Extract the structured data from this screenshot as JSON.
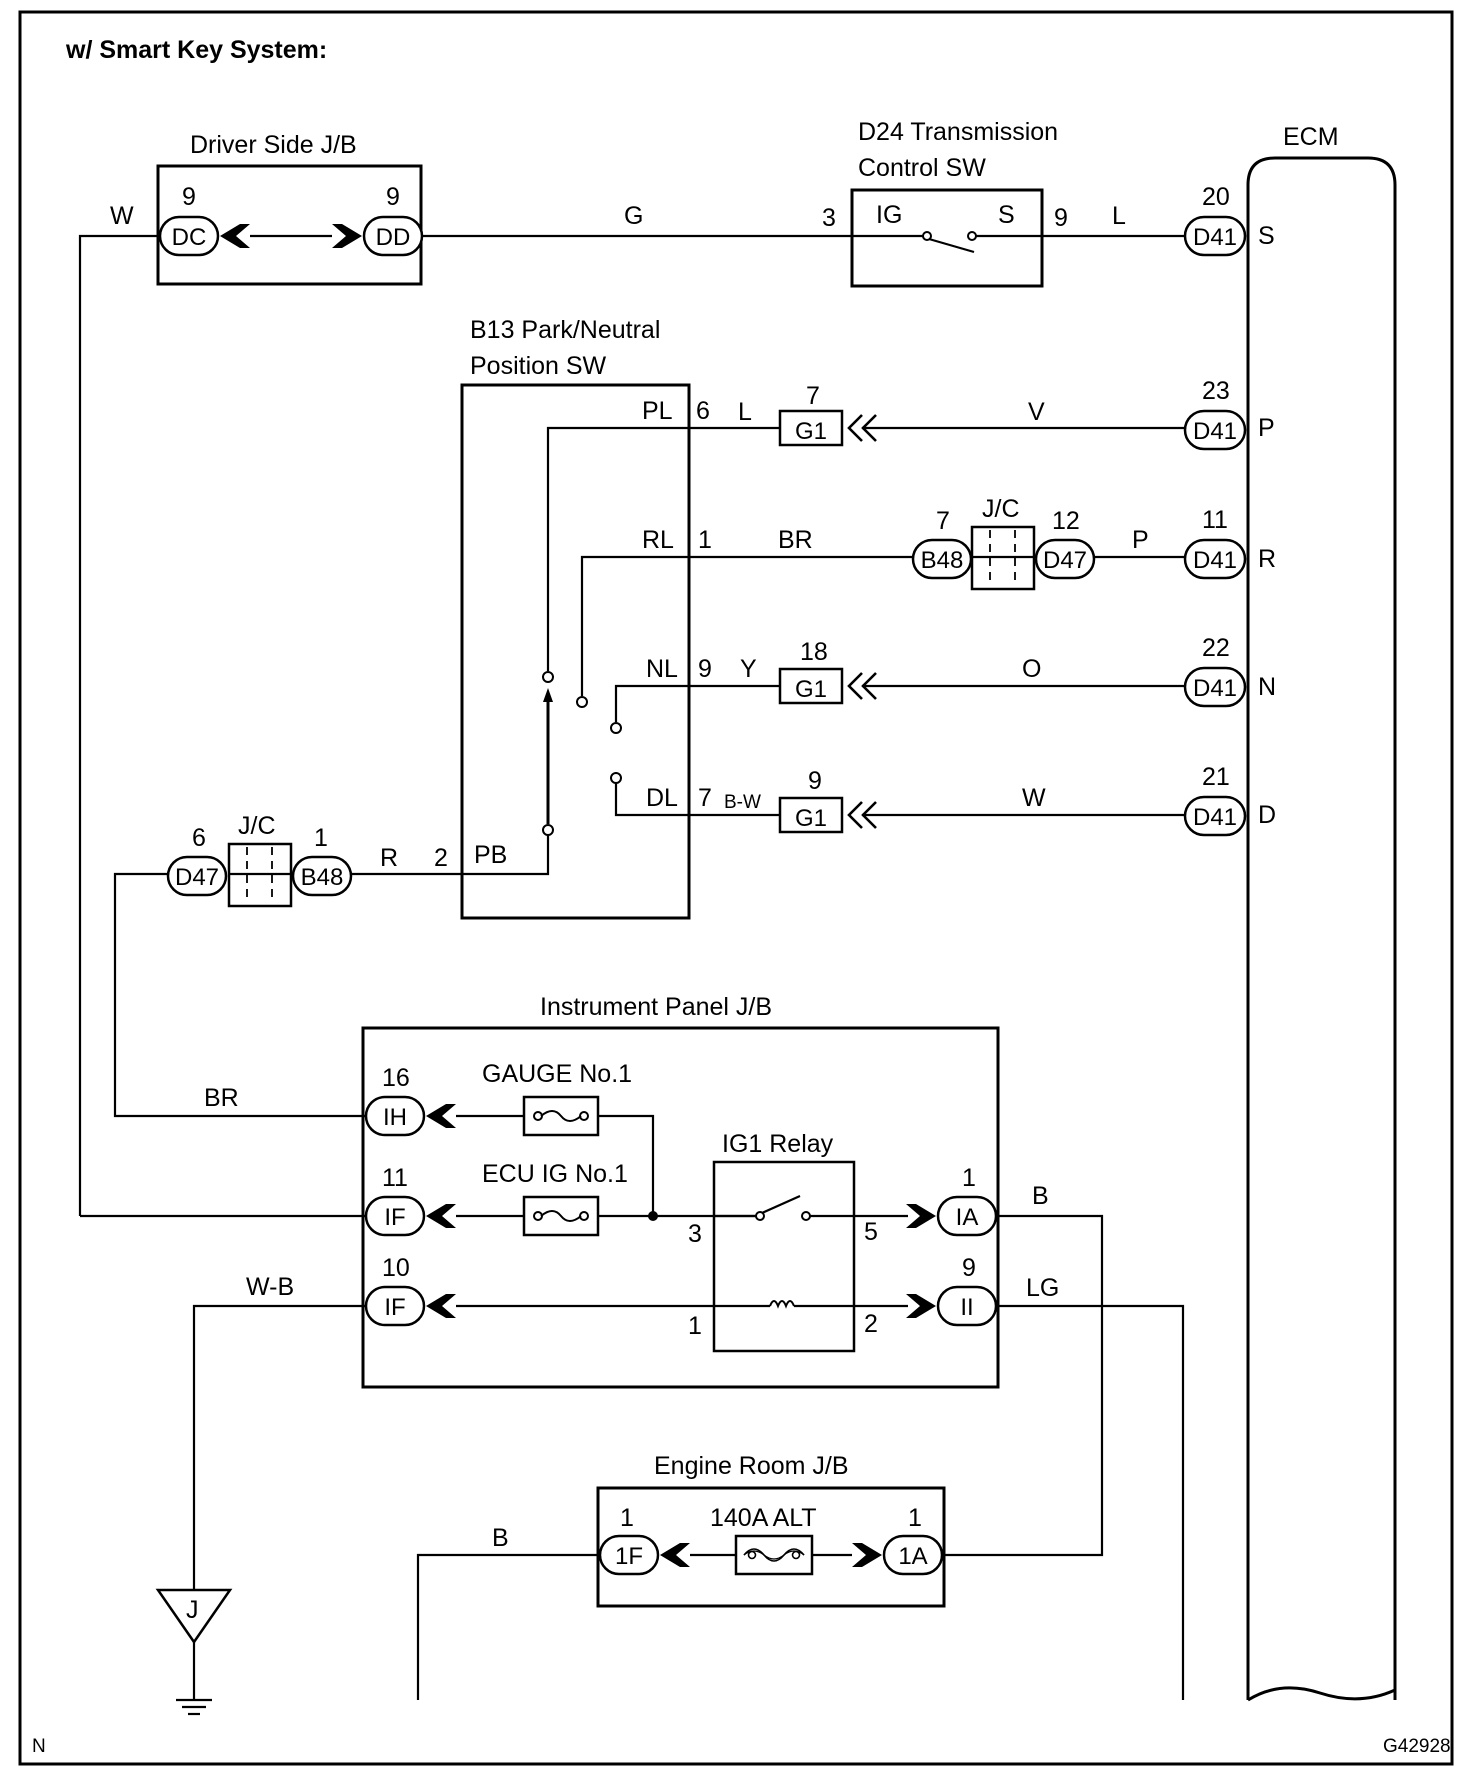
{
  "title": "w/ Smart Key System:",
  "figure_id": "G42928",
  "corner_label": "N",
  "components": {
    "driver_jb": {
      "label": "Driver Side J/B",
      "pin_left": "9",
      "conn_left": "DC",
      "pin_right": "9",
      "conn_right": "DD"
    },
    "d24": {
      "label_line1": "D24 Transmission",
      "label_line2": "Control SW",
      "pin_in": "3",
      "pin_out": "9",
      "term_in": "IG",
      "term_out": "S"
    },
    "ecm": {
      "label": "ECM",
      "terminals": [
        "S",
        "P",
        "R",
        "N",
        "D"
      ],
      "pins": [
        "20",
        "23",
        "11",
        "22",
        "21"
      ],
      "connector": "D41"
    },
    "b13": {
      "label_line1": "B13 Park/Neutral",
      "label_line2": "Position SW",
      "terminals": [
        "PL",
        "RL",
        "NL",
        "DL",
        "PB"
      ],
      "pins": [
        "6",
        "1",
        "9",
        "7",
        "2"
      ]
    },
    "jc_top": {
      "label": "J/C",
      "pin_left": "7",
      "conn_left": "B48",
      "pin_right": "12",
      "conn_right": "D47"
    },
    "jc_left": {
      "label": "J/C",
      "pin_left": "6",
      "conn_left": "D47",
      "pin_right": "1",
      "conn_right": "B48"
    },
    "g1_connectors": {
      "conn": "G1",
      "pins": [
        "7",
        "18",
        "9"
      ]
    },
    "ip_jb": {
      "label": "Instrument Panel J/B",
      "fuse1": "GAUGE No.1",
      "fuse2": "ECU IG No.1",
      "relay": "IG1 Relay",
      "left_conns": [
        {
          "pin": "16",
          "conn": "IH"
        },
        {
          "pin": "11",
          "conn": "IF"
        },
        {
          "pin": "10",
          "conn": "IF"
        }
      ],
      "right_conns": [
        {
          "pin": "1",
          "conn": "IA"
        },
        {
          "pin": "9",
          "conn": "II"
        }
      ],
      "relay_pins": [
        "3",
        "5",
        "1",
        "2"
      ]
    },
    "er_jb": {
      "label": "Engine Room J/B",
      "fuse": "140A ALT",
      "pin_left": "1",
      "conn_left": "1F",
      "pin_right": "1",
      "conn_right": "1A"
    },
    "ground": {
      "label": "J"
    }
  },
  "wires": {
    "w_top": "W",
    "g": "G",
    "l_top": "L",
    "l_pl": "L",
    "v": "V",
    "br_rl": "BR",
    "p": "P",
    "y": "Y",
    "o": "O",
    "bw": "B-W",
    "w_d": "W",
    "r": "R",
    "br_left": "BR",
    "b_ia": "B",
    "wb": "W-B",
    "lg": "LG",
    "b_er": "B"
  }
}
